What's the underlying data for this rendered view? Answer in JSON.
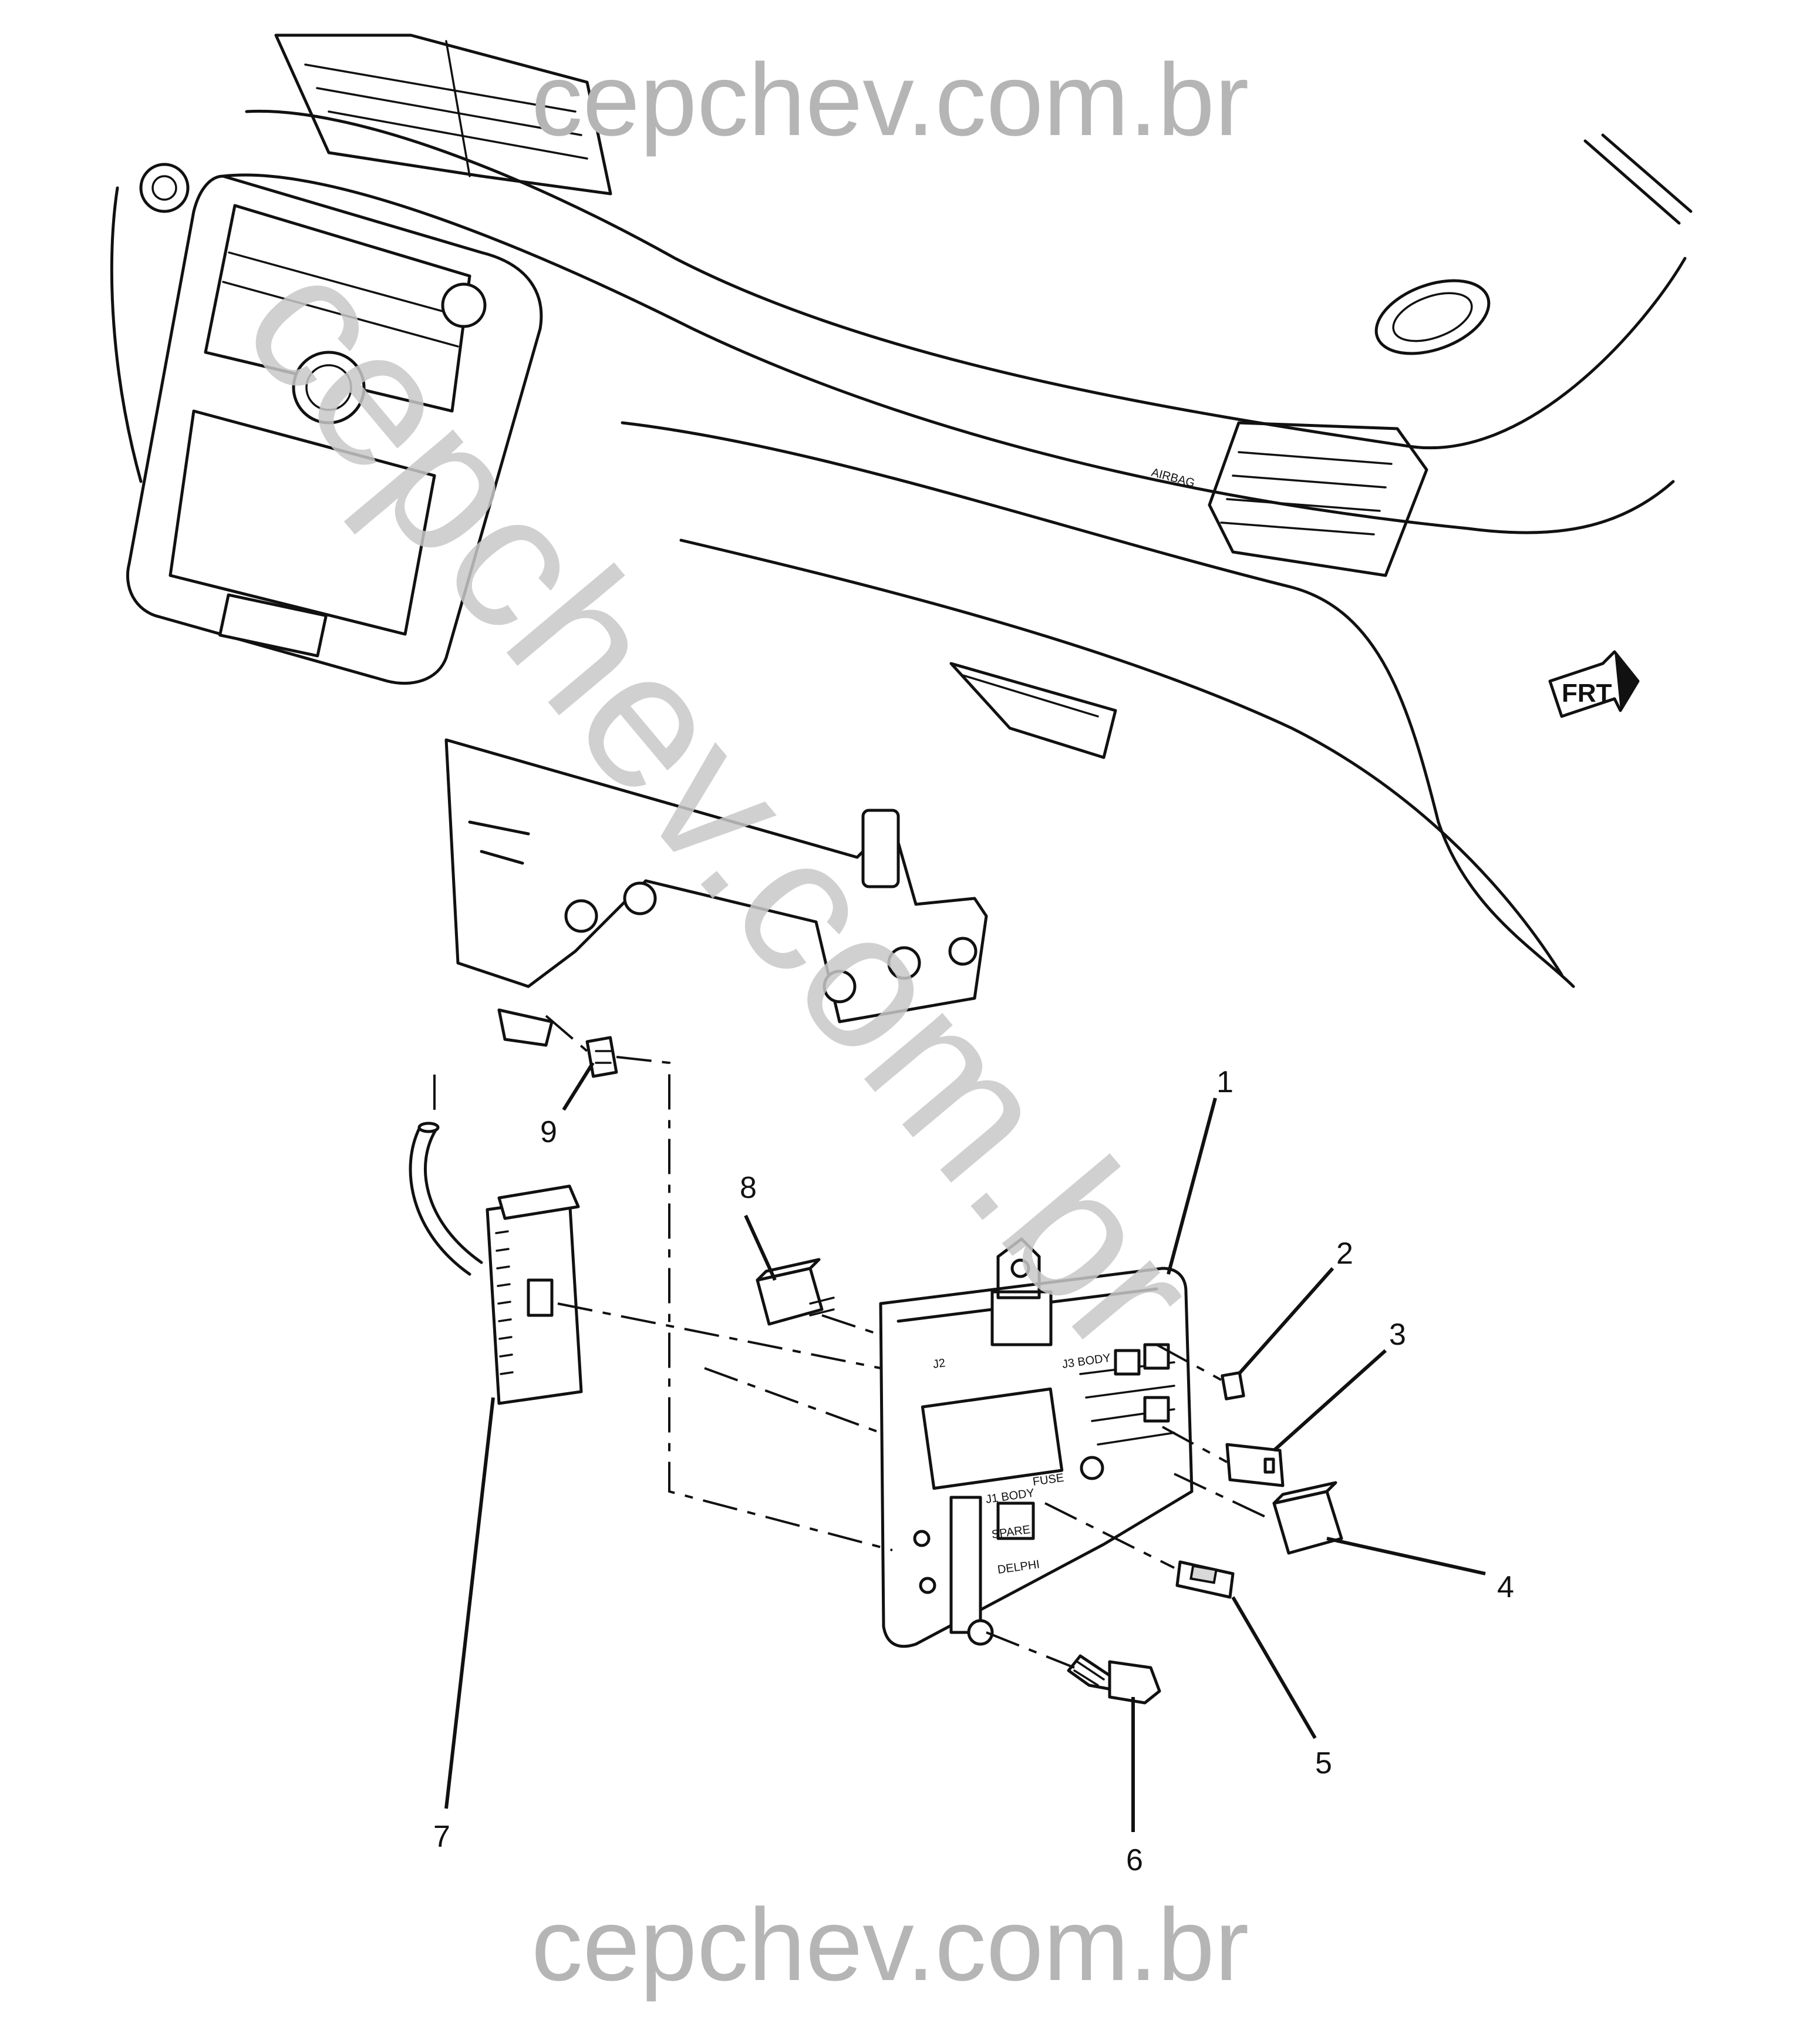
{
  "watermarks": {
    "top": "cepchev.com.br",
    "diagonal": "cepchev.com.br",
    "bottom": "cepchev.com.br"
  },
  "callouts": [
    "1",
    "2",
    "3",
    "4",
    "5",
    "6",
    "7",
    "8",
    "9"
  ],
  "embossed_labels": {
    "airbag": "AIRBAG",
    "j2": "J2",
    "j3_body": "J3 BODY",
    "j1_body": "J1 BODY",
    "fuse": "FUSE",
    "spare": "SPARE",
    "brand": "DELPHI"
  },
  "front_arrow_label": "FRT"
}
